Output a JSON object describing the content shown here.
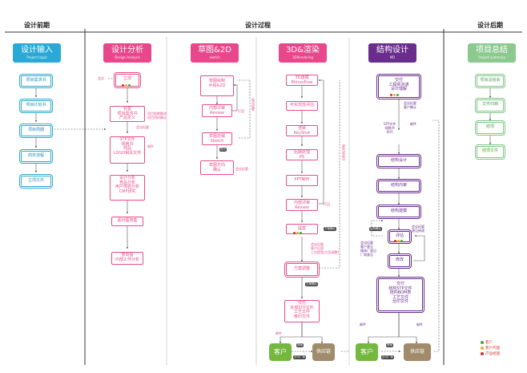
{
  "phases": {
    "pre": "设计前期",
    "process": "设计过程",
    "post": "设计后期"
  },
  "headers": {
    "input": {
      "title": "设计输入",
      "subtitle": "Project Input",
      "color": "#2ba9d6"
    },
    "analysis": {
      "title": "设计分析",
      "subtitle": "Design Analysis",
      "color": "#e8478b"
    },
    "sketch": {
      "title": "草图&2D",
      "subtitle": "sketch",
      "color": "#e8478b"
    },
    "render": {
      "title": "3D&渲染",
      "subtitle": "3DRendering",
      "color": "#e8478b"
    },
    "structure": {
      "title": "结构设计",
      "subtitle": "MD",
      "color": "#6a2d8d"
    },
    "summary": {
      "title": "项目总结",
      "subtitle": "Project summary",
      "color": "#8cc98f"
    }
  },
  "input_boxes": [
    "项目需求书",
    "项目计划书",
    "项目周期",
    "商务流程",
    "立项文件"
  ],
  "analysis_boxes": [
    [
      "立项"
    ],
    [
      "完善",
      "项目需求书",
      "产品定义"
    ],
    [
      "STP文件",
      "规格书",
      "样品",
      "LOGO相关文件"
    ],
    [
      "设计分析",
      "竞品分析",
      "用户体验分析",
      "CMF研究"
    ],
    [
      "素材图搜集"
    ],
    [
      "意向图",
      "内部工作分析"
    ]
  ],
  "analysis_notes": {
    "left": "会议",
    "n1": [
      "项目前期跟进",
      "项目资料确认"
    ],
    "n2": "会议纪要",
    "n3": "邮件"
  },
  "sketch_boxes": [
    [
      "草图绘制",
      "手绘&2D"
    ],
    [
      "内部评审",
      "Review"
    ],
    [
      "草图定稿",
      "Sketch"
    ],
    [
      "草图方向",
      "确认"
    ]
  ],
  "sketch_notes": {
    "review": "打回",
    "tag": "提交",
    "confirm": "会议纪要",
    "side": "会议纪要"
  },
  "render_boxes": [
    [
      "3D建模",
      "Rhino/Proe"
    ],
    [
      "可实现性评估"
    ],
    [
      "渲染",
      "KeyShot"
    ],
    [
      "后期处理",
      "PS"
    ],
    [
      "PPT制作"
    ],
    [
      "内部评审",
      "Review"
    ],
    [
      "提案"
    ],
    [
      "方案调整"
    ],
    [
      "交付",
      "外观STP文件",
      "工艺文件",
      "移印文件"
    ]
  ],
  "render_notes": {
    "reject": "打回",
    "tag1": "方案确认",
    "n1": [
      "会议纪要",
      "客户反馈",
      "二次提案(方案调整)"
    ],
    "tag2": "方案确认",
    "mail": "邮件",
    "side": "邮件或会议"
  },
  "structure_boxes": [
    [
      "交付",
      "工程师沟通",
      "设计理解"
    ],
    [
      "STP文件",
      "规格书",
      "样品"
    ],
    [
      "结构设计"
    ],
    [
      "结构内审"
    ],
    [
      "结构建模"
    ],
    [
      "评估"
    ],
    [
      "修改"
    ],
    [
      "交付",
      "结构STP文件",
      "结构BOM表",
      "工艺文件",
      "丝印文件"
    ]
  ],
  "structure_notes": {
    "n1": [
      "会议纪要",
      "客户确认"
    ],
    "mail": "邮件",
    "n2": [
      "会议纪要",
      "意见修改"
    ],
    "left": [
      "会议纪要",
      "客户意见",
      "模具厂意见",
      "厂商意见"
    ],
    "tag": "结构确认",
    "mail2": "邮件"
  },
  "summary_boxes": [
    "项目总结会",
    "文件归档",
    "结项",
    "结项文件"
  ],
  "terminals": {
    "customer": "客户",
    "supplier": "供应链",
    "customer_color": "#74b83f",
    "supplier_color": "#a08b6a"
  },
  "terminal_tags": {
    "render_cust": "提案",
    "render_sup": "交付厂商",
    "struct_cust": "提案",
    "struct_sup": "交付厂商"
  },
  "legend": [
    {
      "label": "客户",
      "color": "#3fa83f"
    },
    {
      "label": "客户代理",
      "color": "#f4a92a"
    },
    {
      "label": "产品经理",
      "color": "#d32f2f"
    }
  ],
  "colors": {
    "pink": "#e8478b",
    "cyan": "#2ba9d6",
    "purple": "#6a2d8d",
    "green": "#8cc98f",
    "line": "#555555",
    "divider": "#333333"
  }
}
